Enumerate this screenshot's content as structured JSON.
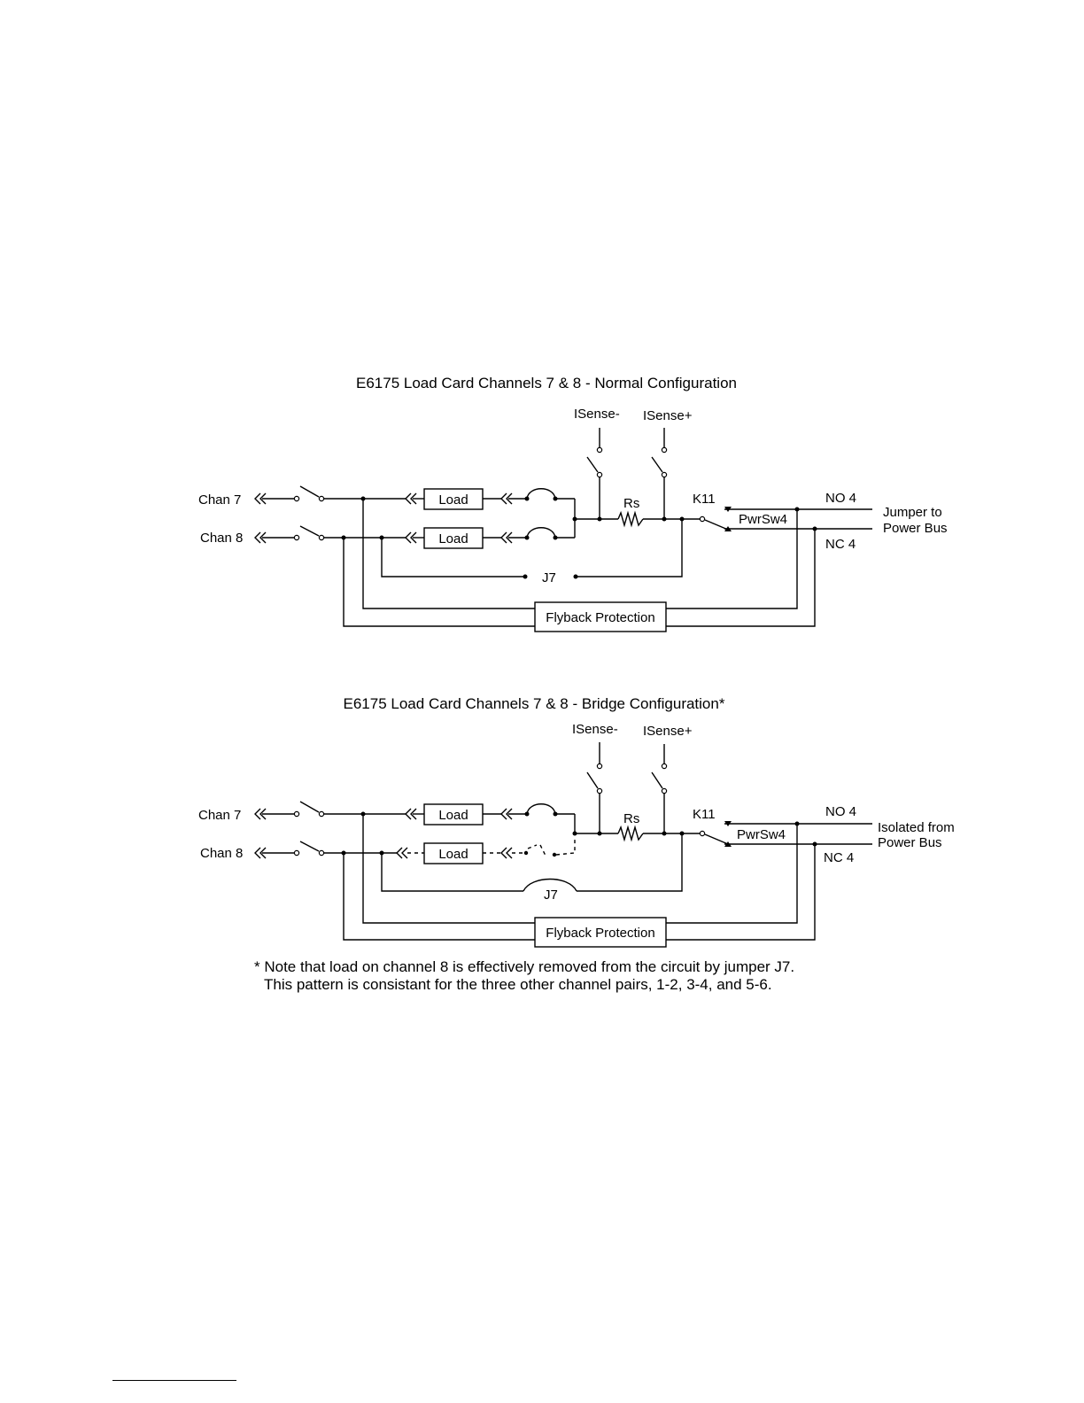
{
  "diagrams": [
    {
      "title": "E6175 Load Card Channels 7 & 8 - Normal Configuration",
      "chan7": "Chan 7",
      "chan8": "Chan 8",
      "load_top": "Load",
      "load_bottom": "Load",
      "isense_minus": "ISense-",
      "isense_plus": "ISense+",
      "rs": "Rs",
      "relay": "K11",
      "pwrsw": "PwrSw4",
      "no": "NO 4",
      "nc": "NC 4",
      "jumper": "J7",
      "right_note_line1": "Jumper to",
      "right_note_line2": "Power Bus",
      "flyback": "Flyback Protection"
    },
    {
      "title": "E6175 Load Card Channels 7 & 8 - Bridge Configuration*",
      "chan7": "Chan 7",
      "chan8": "Chan 8",
      "load_top": "Load",
      "load_bottom": "Load",
      "isense_minus": "ISense-",
      "isense_plus": "ISense+",
      "rs": "Rs",
      "relay": "K11",
      "pwrsw": "PwrSw4",
      "no": "NO 4",
      "nc": "NC 4",
      "jumper": "J7",
      "right_note_line1": "Isolated from",
      "right_note_line2": "Power Bus",
      "flyback": "Flyback Protection"
    }
  ],
  "note": {
    "line1": "* Note that load on channel 8 is effectively removed from the circuit by jumper J7.",
    "line2": "This pattern is consistant for the three other channel pairs, 1-2, 3-4, and 5-6."
  }
}
